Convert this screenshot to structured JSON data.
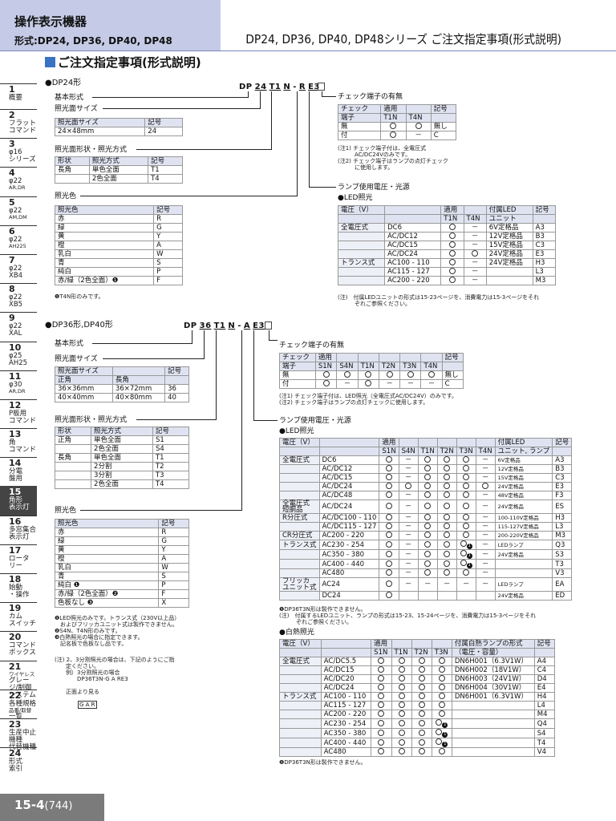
{
  "header": {
    "category": "操作表示機器",
    "model": "形式:DP24, DP36, DP40, DP48",
    "title": "DP24, DP36, DP40, DP48シリーズ ご注文指定事項(形式説明)"
  },
  "section_title": "ご注文指定事項(形式説明)",
  "sidebar": [
    {
      "n": "1",
      "l": [
        "概要"
      ]
    },
    {
      "n": "2",
      "l": [
        "フラット",
        "コマンド"
      ]
    },
    {
      "n": "3",
      "l": [
        "φ16",
        "シリーズ"
      ]
    },
    {
      "n": "4",
      "l": [
        "φ22",
        "AR,DR"
      ]
    },
    {
      "n": "5",
      "l": [
        "φ22",
        "AM,DM"
      ]
    },
    {
      "n": "6",
      "l": [
        "φ22",
        "AH225"
      ]
    },
    {
      "n": "7",
      "l": [
        "φ22",
        "XB4"
      ]
    },
    {
      "n": "8",
      "l": [
        "φ22",
        "XB5"
      ]
    },
    {
      "n": "9",
      "l": [
        "φ22",
        "XAL"
      ]
    },
    {
      "n": "10",
      "l": [
        "φ25",
        "AH25"
      ]
    },
    {
      "n": "11",
      "l": [
        "φ30",
        "AR,DR"
      ]
    },
    {
      "n": "12",
      "l": [
        "P板用",
        "コマンド"
      ]
    },
    {
      "n": "13",
      "l": [
        "角",
        "コマンド"
      ]
    },
    {
      "n": "14",
      "l": [
        "分電",
        "盤用"
      ]
    },
    {
      "n": "15",
      "l": [
        "角形",
        "表示灯"
      ]
    },
    {
      "n": "16",
      "l": [
        "多窓集合",
        "表示灯"
      ]
    },
    {
      "n": "17",
      "l": [
        "ロータ",
        "リー"
      ]
    },
    {
      "n": "18",
      "l": [
        "始動",
        "・操作"
      ]
    },
    {
      "n": "19",
      "l": [
        "カム",
        "スイッチ"
      ]
    },
    {
      "n": "20",
      "l": [
        "コマンド",
        "ボックス"
      ]
    },
    {
      "n": "21",
      "l": [
        "ワイヤレス",
        "グレー",
        "ジ/制御",
        "システム"
      ]
    },
    {
      "n": "22",
      "l": [
        "各種規格",
        "品番/取替",
        "一覧"
      ]
    },
    {
      "n": "23",
      "l": [
        "生産中止",
        "機種",
        "代替機種"
      ]
    },
    {
      "n": "24",
      "l": [
        "形式",
        "索引"
      ]
    }
  ],
  "footer": {
    "page": "15-4",
    "num": "(744)"
  },
  "dp24": {
    "heading": "●DP24形",
    "code": [
      "DP",
      "24",
      "T1",
      "N",
      "-",
      "R",
      "E3"
    ],
    "labels": {
      "basic": "基本形式",
      "size": "照光面サイズ",
      "shape": "照光面形状・照光方式",
      "color": "照光色",
      "check": "チェック端子の有無",
      "lamp": "ランプ使用電圧・光源",
      "led": "●LED照光"
    },
    "size_table": {
      "head": [
        "照光面サイズ",
        "記号"
      ],
      "rows": [
        [
          "24×48mm",
          "24"
        ]
      ]
    },
    "shape_table": {
      "head": [
        "形状",
        "照光方式",
        "記号"
      ],
      "rows": [
        [
          "長角",
          "単色全面",
          "T1"
        ],
        [
          "",
          "2色全面",
          "T4"
        ]
      ]
    },
    "color_table": {
      "head": [
        "照光色",
        "記号"
      ],
      "rows": [
        [
          "赤",
          "R"
        ],
        [
          "緑",
          "G"
        ],
        [
          "黄",
          "Y"
        ],
        [
          "橙",
          "A"
        ],
        [
          "乳白",
          "W"
        ],
        [
          "青",
          "S"
        ],
        [
          "純白",
          "P"
        ],
        [
          "赤/緑（2色全面）❶",
          "F"
        ]
      ]
    },
    "color_note": "❶T4N形のみです。",
    "check_table": {
      "head": [
        "チェック",
        "適用",
        "",
        "記号"
      ],
      "sub": [
        "端子",
        "T1N",
        "T4N",
        ""
      ],
      "rows": [
        [
          "無",
          "○",
          "○",
          "無し"
        ],
        [
          "付",
          "○",
          "－",
          "C"
        ]
      ]
    },
    "check_notes": [
      "(注1) チェック端子付は、全電圧式",
      "　　　AC/DC24Vのみです。",
      "(注2) チェック端子はランプの点灯チェック",
      "　　　に使用します。"
    ],
    "led_table": {
      "head": [
        "電圧（V）",
        "",
        "適用",
        "",
        "付属LED",
        "記号"
      ],
      "sub": [
        "",
        "",
        "T1N",
        "T4N",
        "ユニット",
        ""
      ],
      "rows": [
        [
          "全電圧式",
          "DC6",
          "○",
          "－",
          "6V定格品",
          "A3"
        ],
        [
          "",
          "AC/DC12",
          "○",
          "－",
          "12V定格品",
          "B3"
        ],
        [
          "",
          "AC/DC15",
          "○",
          "－",
          "15V定格品",
          "C3"
        ],
        [
          "",
          "AC/DC24",
          "○",
          "○",
          "24V定格品",
          "E3"
        ],
        [
          "トランス式",
          "AC100 - 110",
          "○",
          "－",
          "24V定格品",
          "H3"
        ],
        [
          "",
          "AC115 - 127",
          "○",
          "－",
          "",
          "L3"
        ],
        [
          "",
          "AC200 - 220",
          "○",
          "－",
          "",
          "M3"
        ]
      ]
    },
    "led_note": [
      "(注)　付属LEDユニットの形式は15-23ページを、消費電力は15-3ページをそれ",
      "　　　ぞれご参照ください。"
    ]
  },
  "dp36": {
    "heading": "●DP36形,DP40形",
    "code": [
      "DP",
      "36",
      "T1",
      "N",
      "-",
      "A",
      "E3"
    ],
    "labels": {
      "basic": "基本形式",
      "size": "照光面サイズ",
      "shape": "照光面形状・照光方式",
      "color": "照光色",
      "check": "チェック端子の有無",
      "lamp": "ランプ使用電圧・光源",
      "led": "●LED照光",
      "inc": "●白熱照光"
    },
    "size_table": {
      "head": [
        "照光面サイズ",
        "",
        "記号"
      ],
      "sub": [
        "正角",
        "長角",
        ""
      ],
      "rows": [
        [
          "36×36mm",
          "36×72mm",
          "36"
        ],
        [
          "40×40mm",
          "40×80mm",
          "40"
        ]
      ]
    },
    "shape_table": {
      "head": [
        "形状",
        "照光方式",
        "記号"
      ],
      "rows": [
        [
          "正角",
          "単色全面",
          "S1"
        ],
        [
          "",
          "2色全面",
          "S4"
        ],
        [
          "長角",
          "単色全面",
          "T1"
        ],
        [
          "",
          "2分割",
          "T2"
        ],
        [
          "",
          "3分割",
          "T3"
        ],
        [
          "",
          "2色全面",
          "T4"
        ]
      ]
    },
    "color_table": {
      "head": [
        "照光色",
        "記号"
      ],
      "rows": [
        [
          "赤",
          "R"
        ],
        [
          "緑",
          "G"
        ],
        [
          "黄",
          "Y"
        ],
        [
          "橙",
          "A"
        ],
        [
          "乳白",
          "W"
        ],
        [
          "青",
          "S"
        ],
        [
          "純白 ❶",
          "P"
        ],
        [
          "赤/緑（2色全面）❷",
          "F"
        ],
        [
          "色板なし ❸",
          "X"
        ]
      ]
    },
    "color_notes": [
      "❶LED照光のみです。トランス式（230V以上品）",
      "　およびフリッカユニット式は製作できません。",
      "❷S4N、T4N形のみです。",
      "❸白熱照光の場合に指定できます。",
      "　記名板で色板なし品です。"
    ],
    "split_note": [
      "(注) 2、3分割照光の場合は、下記のようにご指",
      "　　定ください。",
      "　　例）3分割照光の場合",
      "　　　　DP36T3N-G A RE3",
      "",
      "　　正面より見る"
    ],
    "split_box": "G A R",
    "check_table": {
      "head": [
        "チェック",
        "適用",
        "",
        "",
        "",
        "",
        "",
        "記号"
      ],
      "sub": [
        "端子",
        "S1N",
        "S4N",
        "T1N",
        "T2N",
        "T3N",
        "T4N",
        ""
      ],
      "rows": [
        [
          "無",
          "○",
          "○",
          "○",
          "○",
          "○",
          "○",
          "無し"
        ],
        [
          "付",
          "○",
          "－",
          "○",
          "－",
          "－",
          "－",
          "C"
        ]
      ]
    },
    "check_notes": [
      "(注1) チェック端子付は、LED照光（全電圧式AC/DC24V）のみです。",
      "(注2) チェック端子はランプの点灯チェックに使用します。"
    ],
    "led_table": {
      "head": [
        "電圧（V）",
        "",
        "適用",
        "",
        "",
        "",
        "",
        "",
        "付属LED",
        "記号"
      ],
      "sub": [
        "",
        "",
        "S1N",
        "S4N",
        "T1N",
        "T2N",
        "T3N",
        "T4N",
        "ユニット, ランプ",
        ""
      ],
      "rows": [
        [
          "全電圧式",
          "DC6",
          "○",
          "－",
          "○",
          "○",
          "○",
          "－",
          "6V定格品",
          "A3"
        ],
        [
          "",
          "AC/DC12",
          "○",
          "－",
          "○",
          "○",
          "○",
          "－",
          "12V定格品",
          "B3"
        ],
        [
          "",
          "AC/DC15",
          "○",
          "－",
          "○",
          "○",
          "○",
          "－",
          "15V定格品",
          "C3"
        ],
        [
          "",
          "AC/DC24",
          "○",
          "○",
          "○",
          "○",
          "○",
          "○",
          "24V定格品",
          "E3"
        ],
        [
          "",
          "AC/DC48",
          "○",
          "－",
          "○",
          "○",
          "○",
          "－",
          "48V定格品",
          "F3"
        ],
        [
          "全電圧式\n短胴品",
          "AC/DC24",
          "○",
          "－",
          "○",
          "○",
          "○",
          "－",
          "24V定格品",
          "ES"
        ],
        [
          "R分圧式",
          "AC/DC100 - 110",
          "○",
          "－",
          "○",
          "○",
          "○",
          "－",
          "100-110V定格品",
          "H3"
        ],
        [
          "",
          "AC/DC115 - 127",
          "○",
          "－",
          "○",
          "○",
          "○",
          "－",
          "115-127V定格品",
          "L3"
        ],
        [
          "CR分圧式",
          "AC200 - 220",
          "○",
          "－",
          "○",
          "○",
          "○",
          "－",
          "200-220V定格品",
          "M3"
        ],
        [
          "トランス式",
          "AC230 - 254",
          "○",
          "－",
          "○",
          "○",
          "○❶",
          "－",
          "LEDランプ",
          "Q3"
        ],
        [
          "",
          "AC350 - 380",
          "○",
          "－",
          "○",
          "○",
          "○❶",
          "－",
          "24V定格品",
          "S3"
        ],
        [
          "",
          "AC400 - 440",
          "○",
          "－",
          "○",
          "○",
          "○❶",
          "－",
          "",
          "T3"
        ],
        [
          "",
          "AC480",
          "○",
          "－",
          "○",
          "○",
          "○",
          "－",
          "",
          "V3"
        ],
        [
          "フリッカ\nユニット式",
          "AC24",
          "○",
          "－",
          "－",
          "－",
          "－",
          "－",
          "LEDランプ",
          "EA"
        ],
        [
          "",
          "DC24",
          "○",
          "",
          "",
          "",
          "",
          "",
          "24V定格品",
          "ED"
        ]
      ]
    },
    "led_notes": [
      "❶DP36T3N形は製作できません。",
      "(注)　付属するLEDユニット、ランプの形式は15-23、15-24ページを、消費電力は15-3ページをそれ",
      "　　　ぞれご参照ください。"
    ],
    "inc_table": {
      "head": [
        "電圧（V）",
        "",
        "適用",
        "",
        "",
        "",
        "付属白熱ランプの形式",
        "記号"
      ],
      "sub": [
        "",
        "",
        "S1N",
        "T1N",
        "T2N",
        "T3N",
        "（電圧・容量）",
        ""
      ],
      "rows": [
        [
          "全電圧式",
          "AC/DC5.5",
          "○",
          "○",
          "○",
          "○",
          "DN6H001（6.3V1W）",
          "A4"
        ],
        [
          "",
          "AC/DC15",
          "○",
          "○",
          "○",
          "○",
          "DN6H002（18V1W）",
          "C4"
        ],
        [
          "",
          "AC/DC20",
          "○",
          "○",
          "○",
          "○",
          "DN6H003（24V1W）",
          "D4"
        ],
        [
          "",
          "AC/DC24",
          "○",
          "○",
          "○",
          "○",
          "DN6H004（30V1W）",
          "E4"
        ],
        [
          "トランス式",
          "AC100 - 110",
          "○",
          "○",
          "○",
          "○",
          "DN6H001（6.3V1W）",
          "H4"
        ],
        [
          "",
          "AC115 - 127",
          "○",
          "○",
          "○",
          "○",
          "",
          "L4"
        ],
        [
          "",
          "AC200 - 220",
          "○",
          "○",
          "○",
          "○",
          "",
          "M4"
        ],
        [
          "",
          "AC230 - 254",
          "○",
          "○",
          "○",
          "○❶",
          "",
          "Q4"
        ],
        [
          "",
          "AC350 - 380",
          "○",
          "○",
          "○",
          "○❶",
          "",
          "S4"
        ],
        [
          "",
          "AC400 - 440",
          "○",
          "○",
          "○",
          "○❶",
          "",
          "T4"
        ],
        [
          "",
          "AC480",
          "○",
          "○",
          "○",
          "○",
          "",
          "V4"
        ]
      ]
    },
    "inc_note": "❶DP36T3N形は製作できません。"
  }
}
